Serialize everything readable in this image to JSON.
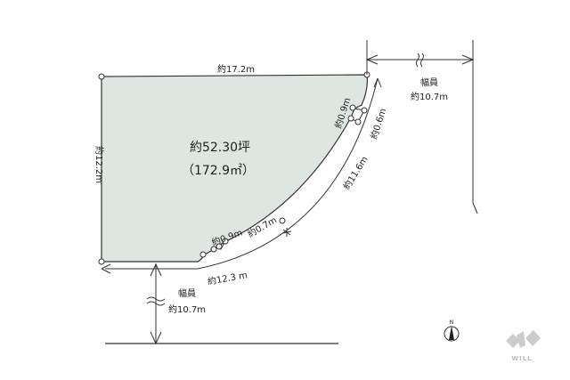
{
  "plot": {
    "area_tsubo": "約52.30坪",
    "area_sqm": "（172.9㎡）",
    "fill_color": "#dfe6e2"
  },
  "dimensions": {
    "top": "約17.2m",
    "left": "約12.2m",
    "corner_top_a": "約0.9m",
    "corner_top_b": "約0.6m",
    "arc": "約11.6m",
    "corner_bottom_a": "約0.9m",
    "corner_bottom_b": "約0.7m",
    "bottom": "約12.3 m"
  },
  "roads": {
    "east": {
      "label": "幅員",
      "width": "約10.7m"
    },
    "south": {
      "label": "幅員",
      "width": "約10.7m"
    }
  },
  "compass": {
    "label": "N"
  },
  "logo": {
    "text": "WILL"
  }
}
